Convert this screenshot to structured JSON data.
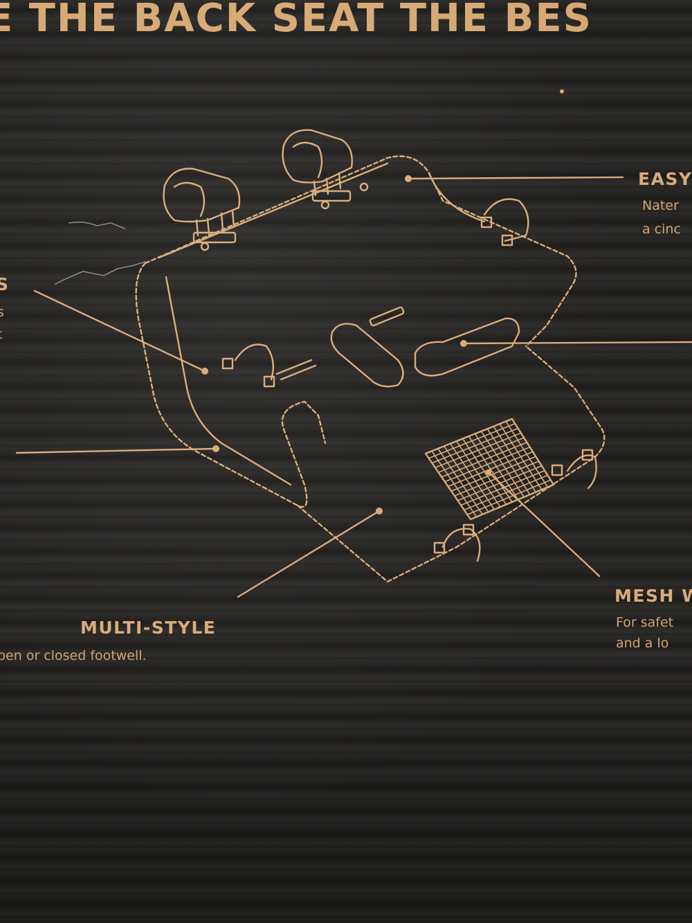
{
  "headline": "E THE BACK SEAT THE BES",
  "labels": {
    "left_top": {
      "title": "S",
      "line1": "s",
      "line2": "t"
    },
    "easy": {
      "title": "EASY",
      "line1": "Nater",
      "line2": "a cinc"
    },
    "multi_style": {
      "title": "MULTI-STYLE",
      "text": "pen or closed footwell."
    },
    "mesh": {
      "title": "MESH W",
      "line1": "For safet",
      "line2": "and a lo"
    }
  },
  "colors": {
    "ink": "#d9ab79",
    "cardboard": "#232220"
  }
}
